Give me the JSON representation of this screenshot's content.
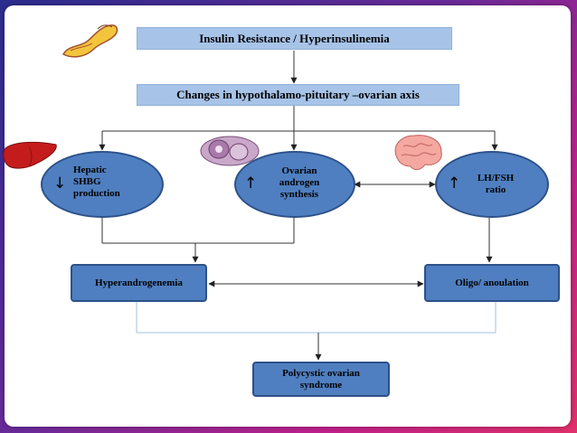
{
  "top_box": "Insulin Resistance / Hyperinsulinemia",
  "axis_box": "Changes in hypothalamo-pituitary –ovarian axis",
  "nodes": {
    "hepatic": {
      "arrow": "↓",
      "lines": [
        "Hepatic",
        "SHBG",
        "production"
      ]
    },
    "ovarian": {
      "arrow": "↑",
      "lines": [
        "Ovarian",
        "androgen",
        "synthesis"
      ]
    },
    "lhfsh": {
      "arrow": "↑",
      "lines": [
        "LH/FSH",
        "ratio"
      ]
    }
  },
  "hyperandrogenemia": "Hyperandrogenemia",
  "oligo": "Oligo/ anoulation",
  "pcos": [
    "Polycystic ovarian",
    "syndrome"
  ],
  "colors": {
    "light_box": "#a7c4e8",
    "node_fill": "#4f7fc0",
    "node_border": "#2d5189"
  },
  "icons": [
    "pancreas-icon",
    "liver-icon",
    "ovary-icon",
    "brain-icon"
  ]
}
